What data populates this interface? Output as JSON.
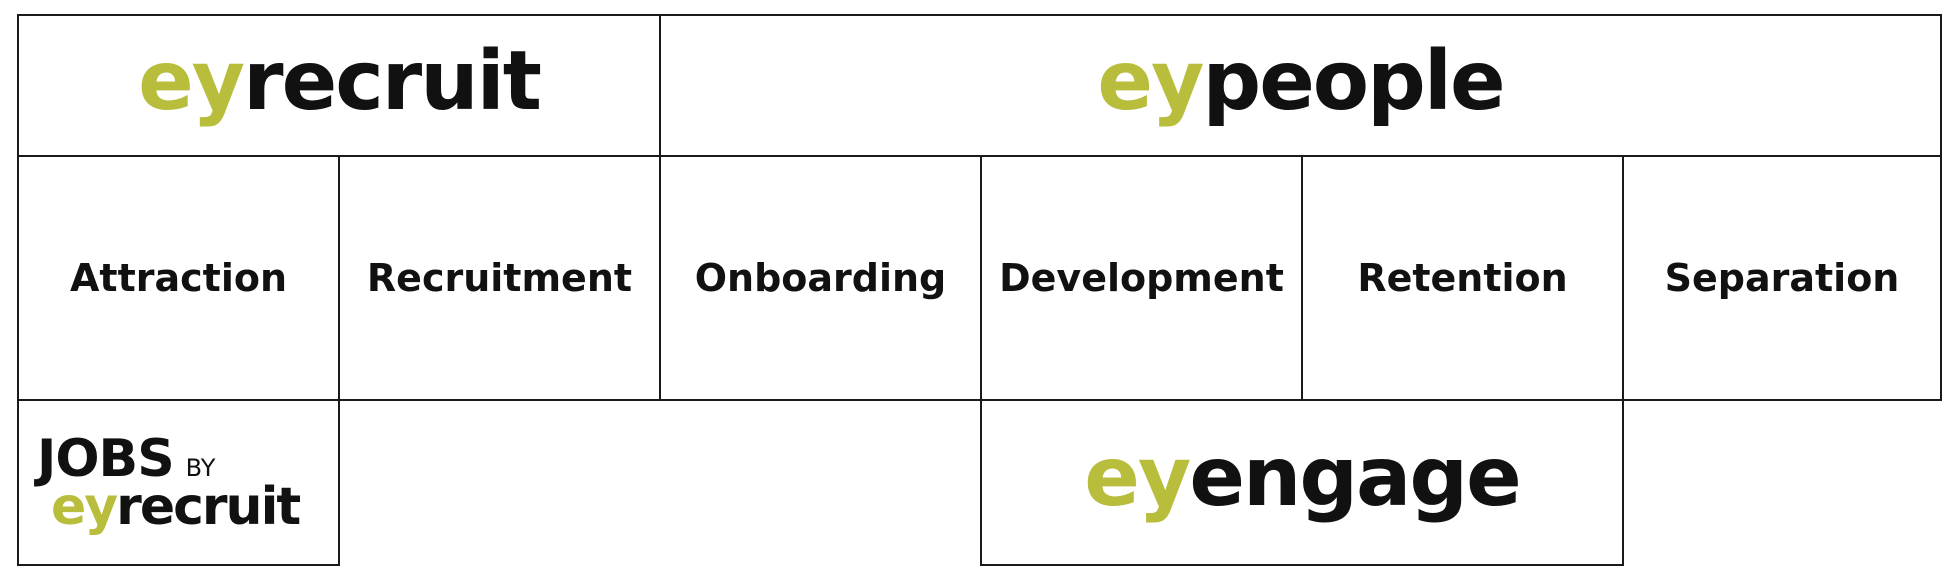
{
  "colors": {
    "accent": "#b9bd3c",
    "ink": "#111111",
    "border": "#1a1a1a"
  },
  "brands": {
    "eyrecruit": {
      "prefix": "ey",
      "suffix": "recruit"
    },
    "eypeople": {
      "prefix": "ey",
      "suffix": "people"
    },
    "eyengage": {
      "prefix": "ey",
      "suffix": "engage"
    }
  },
  "stages": [
    "Attraction",
    "Recruitment",
    "Onboarding",
    "Development",
    "Retention",
    "Separation"
  ],
  "jobs_logo": {
    "jobs": "JOBS",
    "by": "BY",
    "prefix": "ey",
    "suffix": "recruit"
  }
}
